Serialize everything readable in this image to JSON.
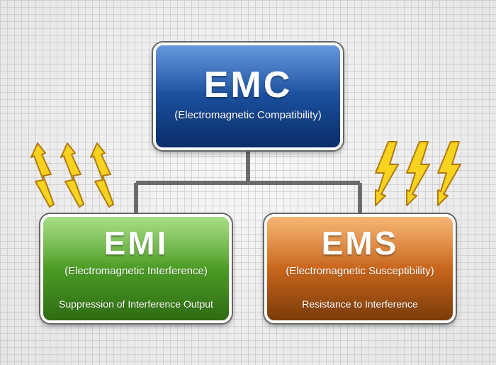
{
  "colors": {
    "emc": "#1b4e9c",
    "emi": "#4c9c26",
    "ems": "#c8661d",
    "bolt_fill": "#f7d21e",
    "bolt_stroke": "#b07a10",
    "connector": "#6b6b6b"
  },
  "nodes": {
    "emc": {
      "title": "EMC",
      "subtitle": "(Electromagnetic Compatibility)"
    },
    "emi": {
      "title": "EMI",
      "subtitle": "(Electromagnetic Interference)",
      "description": "Suppression of Interference Output"
    },
    "ems": {
      "title": "EMS",
      "subtitle": "(Electromagnetic Susceptibility)",
      "description": "Resistance to Interference"
    }
  },
  "edges": [
    {
      "from": "emc",
      "to": "emi"
    },
    {
      "from": "emc",
      "to": "ems"
    }
  ],
  "icons": {
    "emi_bolts": {
      "name": "lightning-bolt-icon",
      "direction": "outward"
    },
    "ems_bolts": {
      "name": "lightning-bolt-icon",
      "direction": "inward"
    }
  }
}
